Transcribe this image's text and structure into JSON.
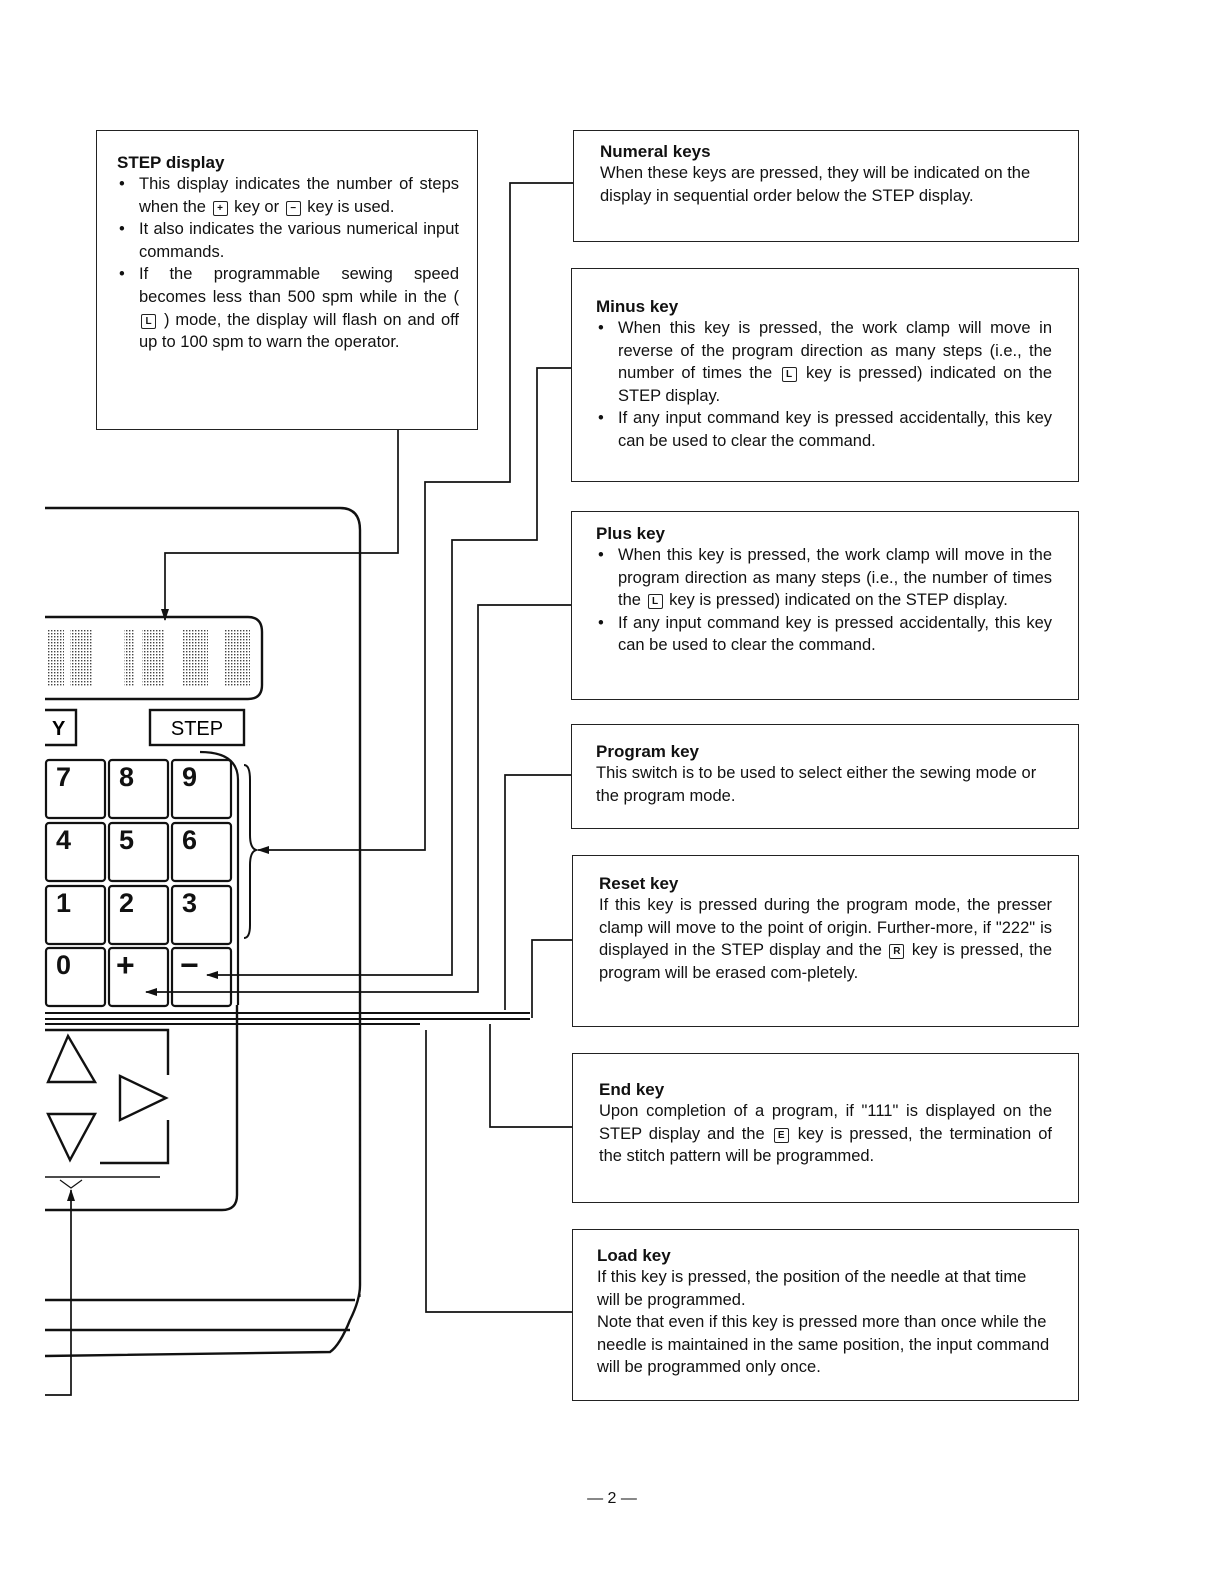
{
  "step_display": {
    "title": "STEP display",
    "bullets": [
      {
        "text_a": "This display indicates the number of steps when the",
        "key1": "+",
        "text_b": "key or",
        "key2": "−",
        "text_c": "key is used."
      },
      {
        "text": "It also indicates the various numerical input commands."
      },
      {
        "text_a": "If the programmable sewing speed becomes less than 500 spm while in the (",
        "key": "L",
        "text_b": ") mode, the display will flash on and off up to 100 spm to warn the operator."
      }
    ]
  },
  "numeral_keys": {
    "title": "Numeral keys",
    "body": "When these keys are pressed, they will be indicated on the display in sequential order below the STEP display."
  },
  "minus_key": {
    "title": "Minus key",
    "bullets": [
      {
        "text_a": "When this key is pressed, the work clamp will move in reverse of the program direction as many steps (i.e., the number of times the",
        "key": "L",
        "text_b": "key is pressed) indicated on the STEP display."
      },
      {
        "text": "If any input command key is pressed accidentally, this key can be used to clear the command."
      }
    ]
  },
  "plus_key": {
    "title": "Plus key",
    "bullets": [
      {
        "text_a": "When this key is pressed, the work clamp will move in the program direction as many steps (i.e., the number of times the",
        "key": "L",
        "text_b": "key is pressed) indicated on the STEP display."
      },
      {
        "text": "If any input command key is pressed accidentally, this key can be used to clear the command."
      }
    ]
  },
  "program_key": {
    "title": "Program key",
    "body": "This switch is to be used to select either the sewing mode or the program mode."
  },
  "reset_key": {
    "title": "Reset key",
    "text_a": "If this key is pressed during the program mode, the presser clamp will move to the point of origin. Further-more, if \"222\" is displayed in the STEP display and the",
    "key": "R",
    "text_b": "key is pressed, the program will be erased com-pletely."
  },
  "end_key": {
    "title": "End key",
    "text_a": "Upon completion of a program, if \"111\" is displayed on the STEP display and the",
    "key": "E",
    "text_b": "key is pressed, the termination of the stitch pattern will be programmed."
  },
  "load_key": {
    "title": "Load key",
    "body1": "If this key is pressed, the position of the needle at that time will be programmed.",
    "body2": "Note that even if this key is pressed more than once while the needle is maintained in the same position, the input command will be programmed only once."
  },
  "panel": {
    "key_y": "Y",
    "key_step": "STEP",
    "keys": [
      "7",
      "8",
      "9",
      "4",
      "5",
      "6",
      "1",
      "2",
      "3",
      "0",
      "+",
      "−"
    ]
  },
  "page_number": "— 2 —"
}
